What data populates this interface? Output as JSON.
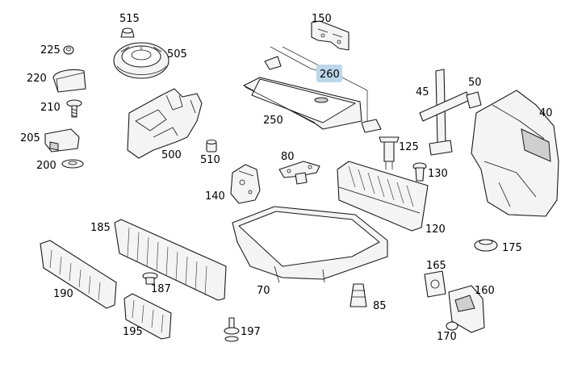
{
  "highlight_color": "#bcd7ea",
  "callouts": {
    "c515": "515",
    "c505": "505",
    "c225": "225",
    "c220": "220",
    "c210": "210",
    "c205": "205",
    "c200": "200",
    "c500": "500",
    "c510": "510",
    "c150": "150",
    "c260": "260",
    "c250": "250",
    "c45": "45",
    "c50": "50",
    "c40": "40",
    "c125": "125",
    "c130": "130",
    "c80": "80",
    "c140": "140",
    "c120": "120",
    "c185": "185",
    "c190": "190",
    "c187": "187",
    "c195": "195",
    "c197": "197",
    "c70": "70",
    "c85": "85",
    "c165": "165",
    "c160": "160",
    "c170": "170",
    "c175": "175"
  }
}
